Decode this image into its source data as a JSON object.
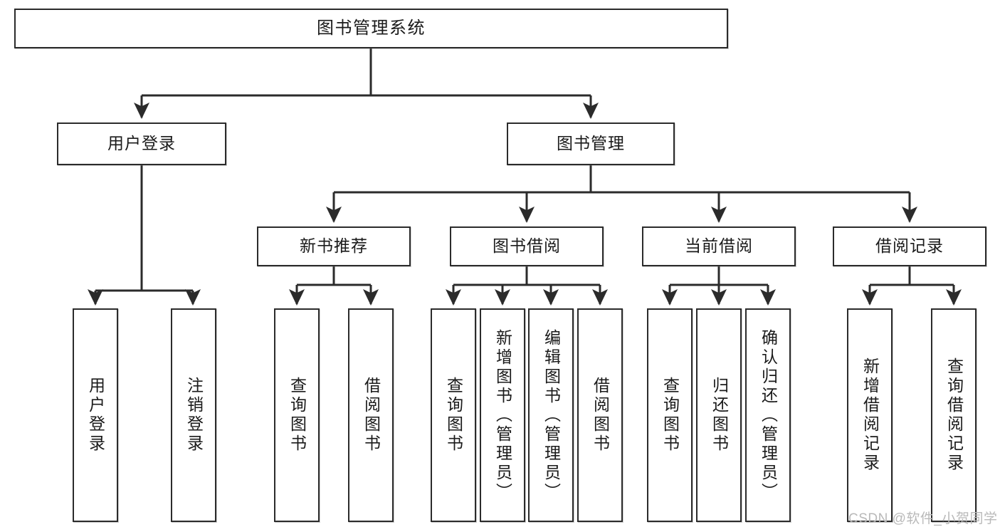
{
  "diagram": {
    "type": "tree",
    "title": "图书管理系统",
    "orientation": "top-down",
    "line_color": "#2b2b2b",
    "box_fill": "#ffffff",
    "text_color": "#1a1a1a"
  },
  "nodes": {
    "root": {
      "label": "图书管理系统",
      "level": 0
    },
    "l1": [
      {
        "id": "user_login",
        "label": "用户登录"
      },
      {
        "id": "book_manage",
        "label": "图书管理"
      }
    ],
    "l2": [
      {
        "id": "new_book_rec",
        "label": "新书推荐",
        "parent": "book_manage"
      },
      {
        "id": "book_borrow",
        "label": "图书借阅",
        "parent": "book_manage"
      },
      {
        "id": "current_borrow",
        "label": "当前借阅",
        "parent": "book_manage"
      },
      {
        "id": "borrow_record",
        "label": "借阅记录",
        "parent": "book_manage"
      }
    ],
    "leaves": [
      {
        "id": "leaf_user_login",
        "label": "用户登录",
        "parent": "user_login"
      },
      {
        "id": "leaf_user_logout",
        "label": "注销登录",
        "parent": "user_login"
      },
      {
        "id": "leaf_query_book_1",
        "label": "查询图书",
        "parent": "new_book_rec"
      },
      {
        "id": "leaf_borrow_book_1",
        "label": "借阅图书",
        "parent": "new_book_rec"
      },
      {
        "id": "leaf_query_book_2",
        "label": "查询图书",
        "parent": "book_borrow"
      },
      {
        "id": "leaf_add_book",
        "label": "新增图书（管理员）",
        "parent": "book_borrow"
      },
      {
        "id": "leaf_edit_book",
        "label": "编辑图书（管理员）",
        "parent": "book_borrow"
      },
      {
        "id": "leaf_borrow_book_2",
        "label": "借阅图书",
        "parent": "book_borrow"
      },
      {
        "id": "leaf_query_book_3",
        "label": "查询图书",
        "parent": "current_borrow"
      },
      {
        "id": "leaf_return_book",
        "label": "归还图书",
        "parent": "current_borrow"
      },
      {
        "id": "leaf_confirm_return",
        "label": "确认归还（管理员）",
        "parent": "current_borrow"
      },
      {
        "id": "leaf_add_record",
        "label": "新增借阅记录",
        "parent": "borrow_record"
      },
      {
        "id": "leaf_query_record",
        "label": "查询借阅记录",
        "parent": "borrow_record"
      }
    ]
  },
  "watermark": {
    "text": "CSDN @软件_小贺同学"
  }
}
